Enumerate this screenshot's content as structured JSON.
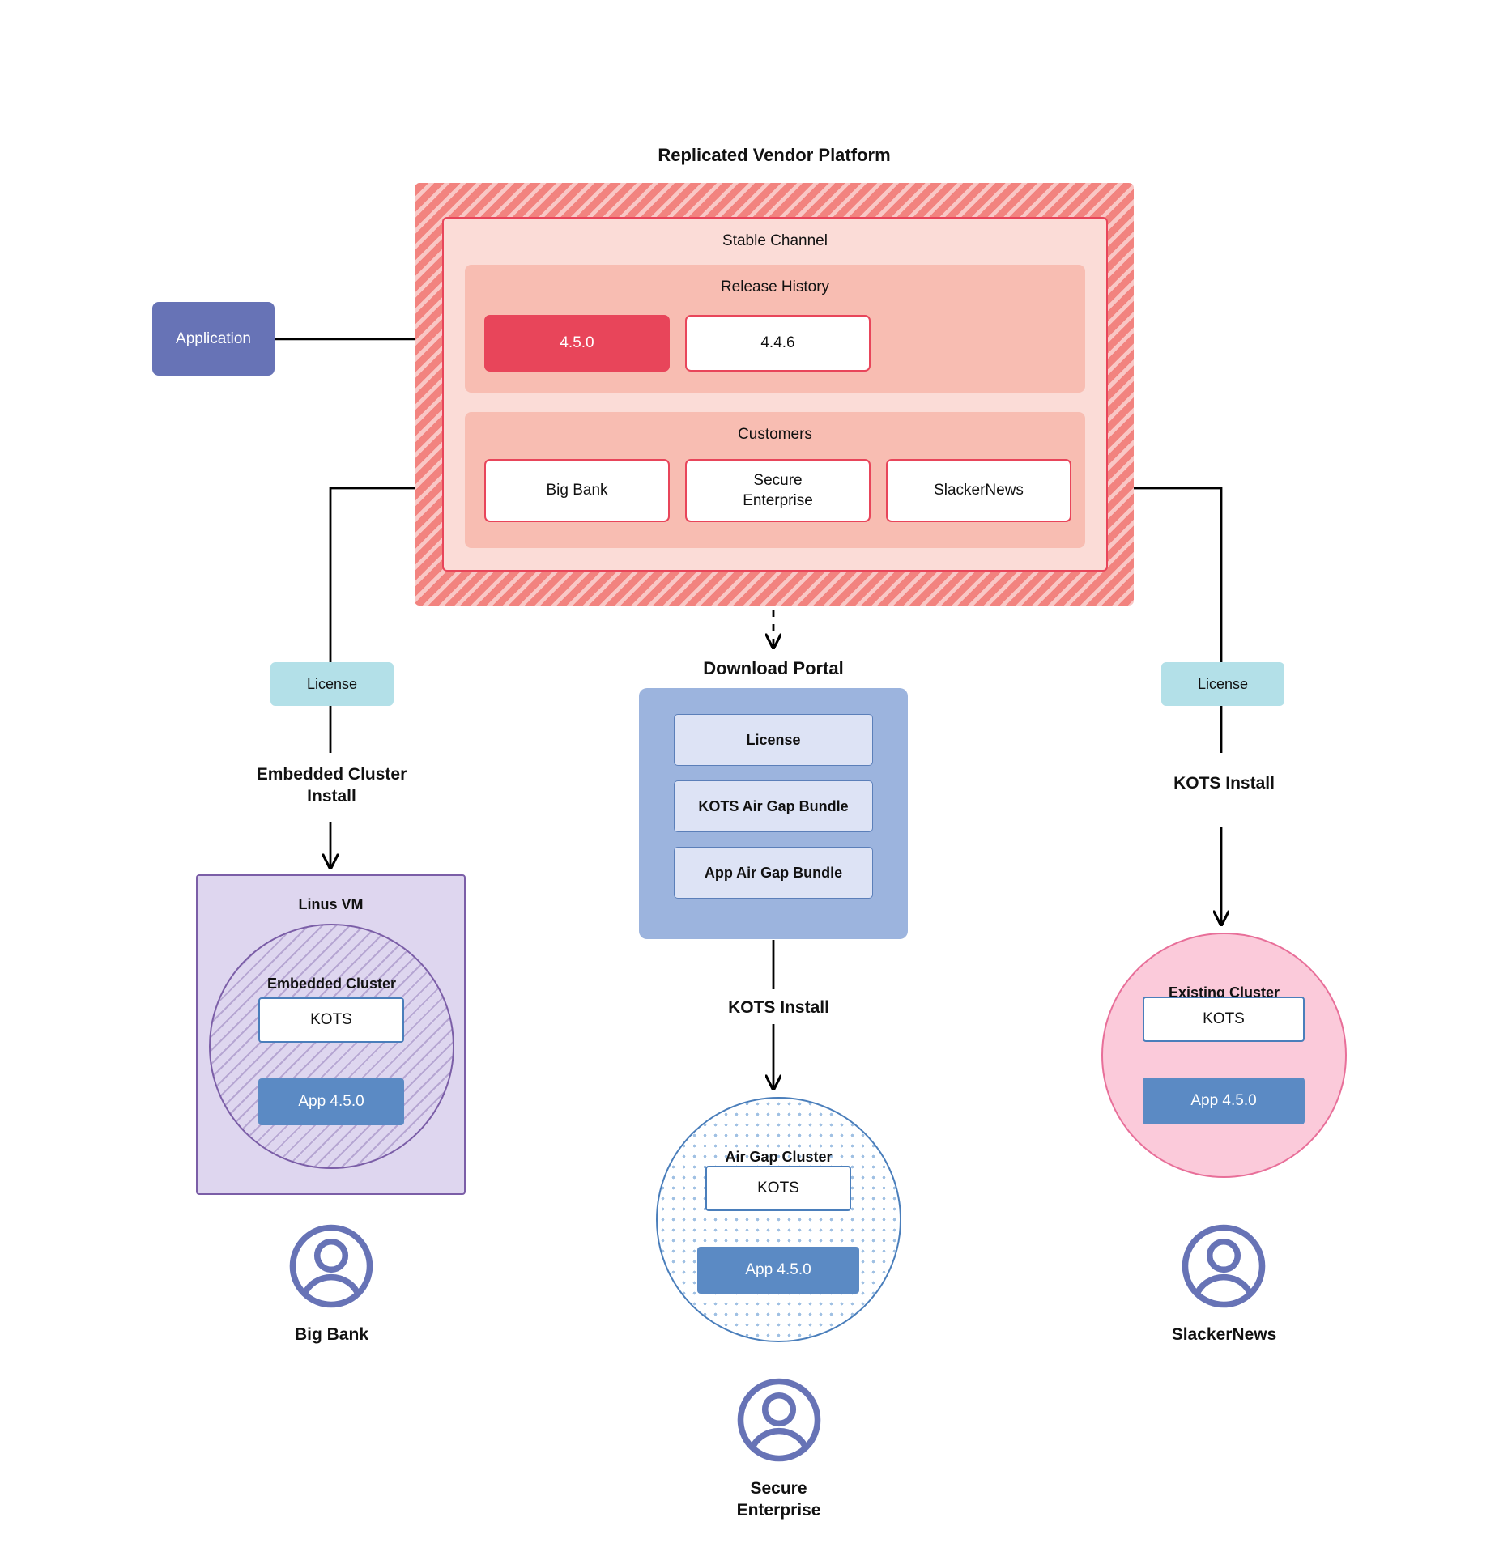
{
  "diagram": {
    "title": "Replicated Vendor Platform"
  },
  "application": {
    "label": "Application"
  },
  "vendor_platform": {
    "stable_channel": {
      "title": "Stable Channel",
      "release_history": {
        "title": "Release History",
        "releases": [
          {
            "version": "4.5.0",
            "state": "current"
          },
          {
            "version": "4.4.6",
            "state": "previous"
          }
        ]
      },
      "customers": {
        "title": "Customers",
        "items": [
          {
            "name": "Big Bank"
          },
          {
            "name": "Secure\nEnterprise"
          },
          {
            "name": "SlackerNews"
          }
        ]
      }
    }
  },
  "left_flow": {
    "license_label": "License",
    "install_label": "Embedded Cluster\nInstall",
    "vm": {
      "title": "Linus VM",
      "cluster_title": "Embedded Cluster",
      "kots_label": "KOTS",
      "app_label": "App 4.5.0"
    },
    "customer_name": "Big Bank"
  },
  "middle_flow": {
    "portal_title": "Download  Portal",
    "portal_items": [
      {
        "label": "License"
      },
      {
        "label": "KOTS Air Gap Bundle"
      },
      {
        "label": "App Air Gap Bundle"
      }
    ],
    "install_label": "KOTS Install",
    "cluster": {
      "title": "Air Gap Cluster",
      "kots_label": "KOTS",
      "app_label": "App 4.5.0"
    },
    "customer_name": "Secure\nEnterprise"
  },
  "right_flow": {
    "license_label": "License",
    "install_label": "KOTS Install",
    "cluster": {
      "title": "Existing Cluster",
      "kots_label": "KOTS",
      "app_label": "App 4.5.0"
    },
    "customer_name": "SlackerNews"
  },
  "icons": {
    "avatar": "user-avatar-icon"
  },
  "colors": {
    "vendor_platform_hatch": "#f2837f",
    "stable_channel_bg": "#fbdcd7",
    "section_bg": "#f8bdb2",
    "accent_red": "#e8455a",
    "application_blue": "#6773b6",
    "license_teal": "#b3e0e8",
    "portal_blue": "#9cb4de",
    "portal_item_blue": "#dde3f5",
    "vm_purple": "#ded6ef",
    "vm_purple_border": "#7b5ea7",
    "app_blue": "#5b8ac4",
    "kots_border_blue": "#4a7ebb",
    "existing_cluster_pink": "#fbcada",
    "existing_cluster_border": "#e86f99",
    "avatar_purple": "#6773b6"
  }
}
